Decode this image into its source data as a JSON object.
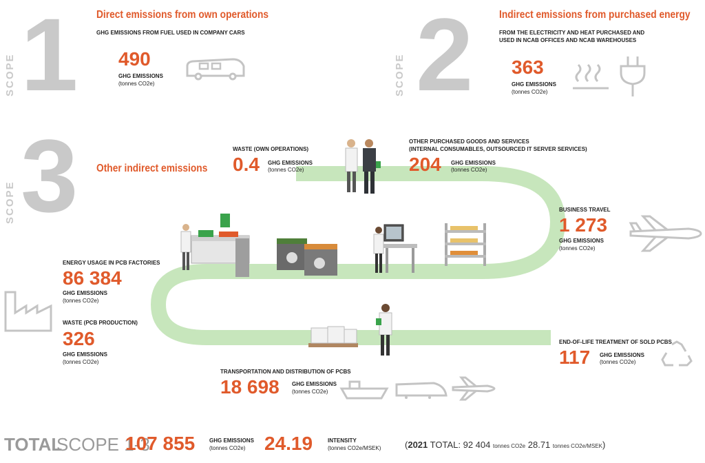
{
  "common": {
    "ghg": "GHG EMISSIONS",
    "unit": "(tonnes CO2e)"
  },
  "scope1": {
    "number": "1",
    "word": "SCOPE",
    "title": "Direct emissions from own operations",
    "desc": "GHG EMISSIONS FROM FUEL USED IN COMPANY CARS",
    "value": "490"
  },
  "scope2": {
    "number": "2",
    "word": "SCOPE",
    "title": "Indirect emissions from purchased energy",
    "desc_1": "FROM THE ELECTRICITY AND HEAT PURCHASED AND",
    "desc_2": "USED IN NCAB OFFICES AND NCAB WAREHOUSES",
    "value": "363"
  },
  "scope3": {
    "number": "3",
    "word": "SCOPE",
    "title": "Other indirect emissions",
    "waste_own": {
      "label": "WASTE (OWN OPERATIONS)",
      "value": "0.4"
    },
    "other_goods": {
      "label_1": "OTHER PURCHASED GOODS AND SERVICES",
      "label_2": "(INTERNAL CONSUMABLES, OUTSOURCED IT SERVER SERVICES)",
      "value": "204"
    },
    "business_travel": {
      "label": "BUSINESS TRAVEL",
      "value": "1 273"
    },
    "energy_factories": {
      "label": "ENERGY USAGE IN PCB FACTORIES",
      "value": "86 384"
    },
    "waste_pcb": {
      "label": "WASTE (PCB PRODUCTION)",
      "value": "326"
    },
    "transport": {
      "label": "TRANSPORTATION AND DISTRIBUTION OF PCBs",
      "value": "18 698"
    },
    "end_of_life": {
      "label": "END-OF-LIFE TREATMENT OF SOLD PCBs",
      "value": "117"
    }
  },
  "total": {
    "word": "TOTAL",
    "scope_label": "SCOPE 1-3",
    "value": "107 855",
    "intensity_value": "24.19",
    "intensity_label": "INTENSITY",
    "intensity_unit": "(tonnes CO2e/MSEK)",
    "prev_open": "(",
    "prev_year": "2021",
    "prev_total_word": "TOTAL:",
    "prev_value": "92 404",
    "prev_unit": "tonnes CO2e",
    "prev_intensity": "28.71",
    "prev_intensity_unit": "tonnes CO2e/MSEK",
    "prev_close": ")"
  },
  "colors": {
    "accent": "#e05a2b",
    "grey": "#c9c9c9",
    "road": "#bfe0b5",
    "icon": "#c4c4c4"
  }
}
